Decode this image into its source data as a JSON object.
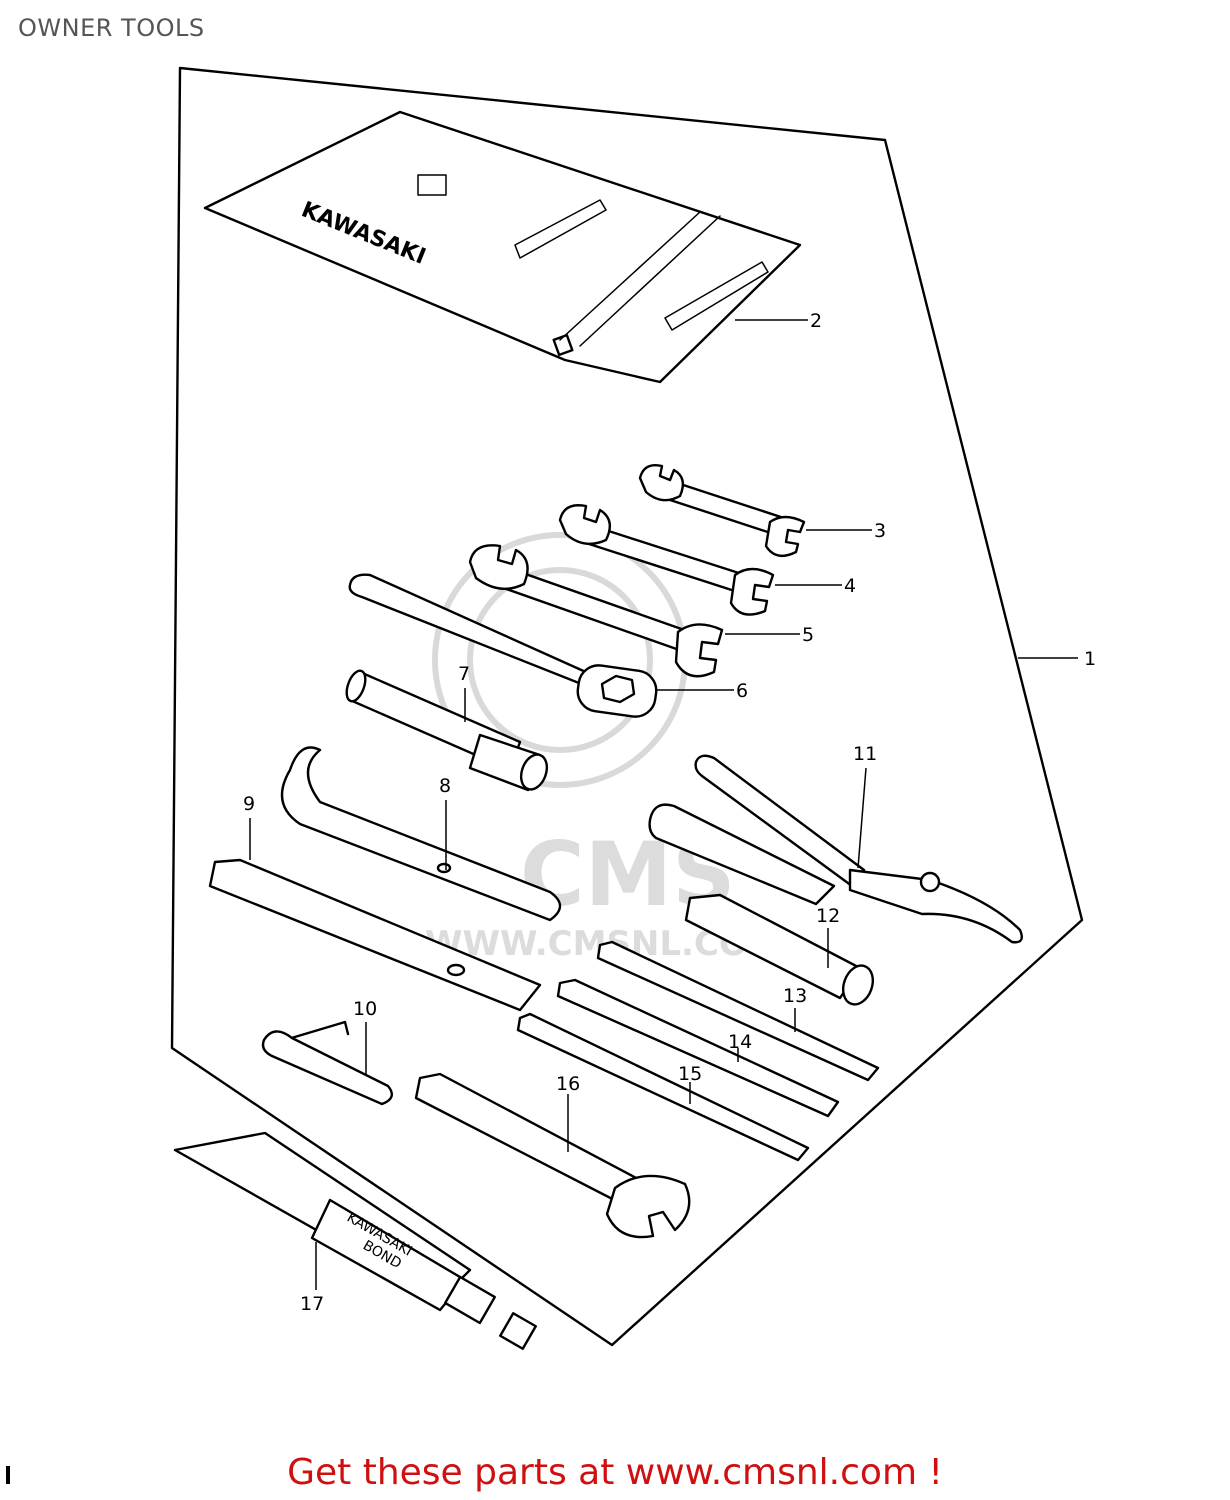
{
  "page": {
    "title": "OWNER TOOLS"
  },
  "watermark": {
    "brand": "CMS",
    "url": "WWW.CMSNL.COM"
  },
  "brand_print": {
    "pouch": "KAWASAKI",
    "tube_line1": "KAWASAKI",
    "tube_line2": "BOND"
  },
  "callouts": [
    "1",
    "2",
    "3",
    "4",
    "5",
    "6",
    "7",
    "8",
    "9",
    "10",
    "11",
    "12",
    "13",
    "14",
    "15",
    "16",
    "17"
  ],
  "footer": {
    "text": "Get these parts at www.cmsnl.com !"
  },
  "colors": {
    "title": "#555555",
    "footer": "#d01010",
    "line_art": "#000000",
    "watermark": "#d9d9d9"
  }
}
